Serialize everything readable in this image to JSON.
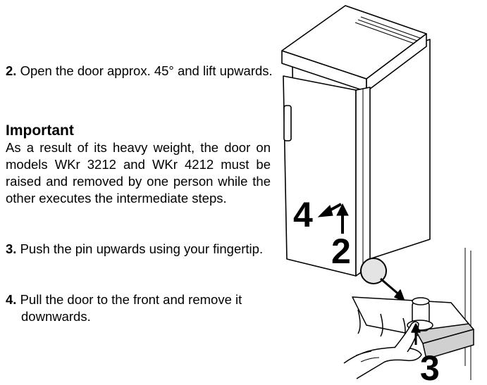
{
  "step2": {
    "number": "2.",
    "text": "Open the door approx. 45° and lift upwards."
  },
  "important": {
    "heading": "Important",
    "text": "As a result of its heavy weight, the door on models WKr 3212 and WKr 4212 must be raised and removed by one person while the other executes the intermediate steps."
  },
  "step3": {
    "number": "3.",
    "text": "Push the pin upwards using your fingertip."
  },
  "step4": {
    "number": "4.",
    "text": "Pull the door to the front and remove it downwards."
  },
  "figure": {
    "labels": {
      "lift": "2",
      "pin": "3",
      "pull": "4"
    },
    "stroke_color": "#000000",
    "fill_color": "#ffffff",
    "shade_color": "#d0d0d0"
  }
}
